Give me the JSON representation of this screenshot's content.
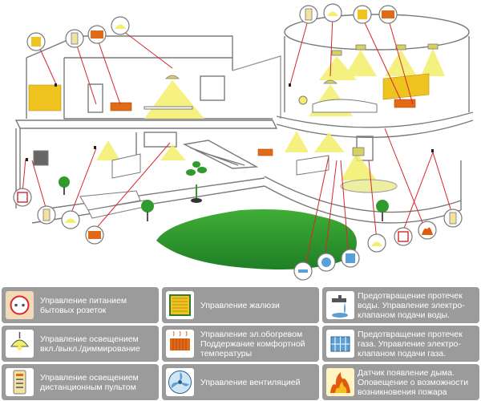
{
  "legend": {
    "items": [
      {
        "id": "sockets",
        "text": "Управление питанием бытовых розеток",
        "icon": "power-socket-icon"
      },
      {
        "id": "blinds",
        "text": "Управление жалюзи",
        "icon": "window-blinds-icon"
      },
      {
        "id": "water",
        "text": "Предотвращение протечек воды. Управление электро- клапаном подачи воды.",
        "icon": "water-leak-valve-icon"
      },
      {
        "id": "lighting",
        "text": "Управление освещением вкл./выкл./диммирование",
        "icon": "ceiling-lamp-icon"
      },
      {
        "id": "heating",
        "text": "Управление эл.обогревом Поддержание комфортной температуры",
        "icon": "radiator-heating-icon"
      },
      {
        "id": "gas",
        "text": "Предотвращение протечек газа. Управление электро- клапаном подачи газа.",
        "icon": "gas-leak-icon"
      },
      {
        "id": "remote",
        "text": "Управление освещением дистанционным пультом",
        "icon": "remote-control-icon"
      },
      {
        "id": "ventilation",
        "text": "Управление вентиляцией",
        "icon": "ventilation-fan-icon"
      },
      {
        "id": "fire",
        "text": "Датчик появление дыма. Оповещение о возможности возникновения пожара",
        "icon": "fire-smoke-alarm-icon"
      }
    ]
  },
  "colors": {
    "panel": "#9b9b9b",
    "panel_text": "#ffffff",
    "house_line": "#777777",
    "callout_line": "#d9262c",
    "light_glow": "#f4ef6a",
    "radiator": "#e05a10",
    "blinds": "#f0c420",
    "lawn": "#2f9a2e",
    "water": "#5aa0d8"
  }
}
